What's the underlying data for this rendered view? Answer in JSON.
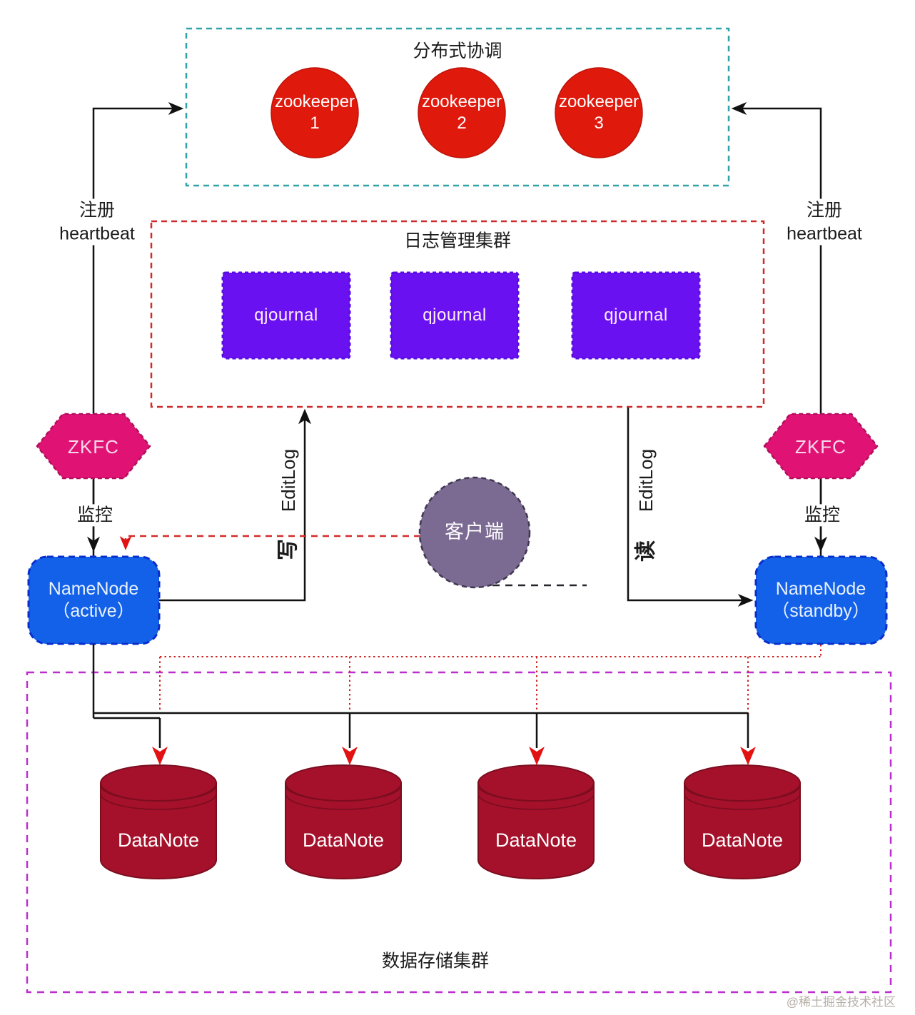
{
  "zones": {
    "coordination": {
      "title": "分布式协调"
    },
    "journal": {
      "title": "日志管理集群"
    },
    "storage": {
      "title": "数据存储集群"
    }
  },
  "nodes": {
    "zookeepers": [
      {
        "name": "zookeeper",
        "id": "1"
      },
      {
        "name": "zookeeper",
        "id": "2"
      },
      {
        "name": "zookeeper",
        "id": "3"
      }
    ],
    "qjournals": [
      {
        "label": "qjournal"
      },
      {
        "label": "qjournal"
      },
      {
        "label": "qjournal"
      }
    ],
    "zkfc_left": {
      "label": "ZKFC"
    },
    "zkfc_right": {
      "label": "ZKFC"
    },
    "namenode_active": {
      "line1": "NameNode",
      "line2": "（active）"
    },
    "namenode_standby": {
      "line1": "NameNode",
      "line2": "（standby）"
    },
    "client": {
      "label": "客户端"
    },
    "datanodes": [
      {
        "label": "DataNote"
      },
      {
        "label": "DataNote"
      },
      {
        "label": "DataNote"
      },
      {
        "label": "DataNote"
      }
    ]
  },
  "edges": {
    "register_left": {
      "line1": "注册",
      "line2": "heartbeat"
    },
    "register_right": {
      "line1": "注册",
      "line2": "heartbeat"
    },
    "monitor_left": {
      "label": "监控"
    },
    "monitor_right": {
      "label": "监控"
    },
    "editlog_write": {
      "label": "EditLog",
      "verb": "写"
    },
    "editlog_read": {
      "label": "EditLog",
      "verb": "读"
    }
  },
  "watermark": "@稀土掘金技术社区",
  "colors": {
    "zookeeper_fill": "#e0190d",
    "qjournal_fill": "#6a11f2",
    "zkfc_fill": "#e01374",
    "namenode_fill": "#1361e8",
    "client_fill": "#7b6a92",
    "datanode_fill": "#a5112b",
    "coordination_border": "#2fa3a8",
    "journal_border": "#cf2b2b",
    "storage_border": "#bb2fce",
    "line_black": "#111111",
    "line_red": "#d42a2a"
  }
}
